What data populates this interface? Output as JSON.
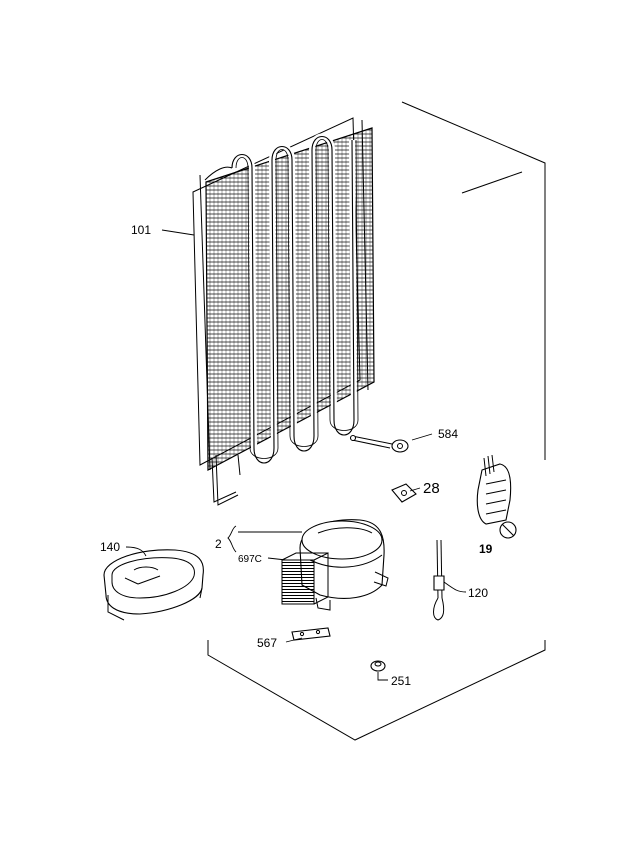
{
  "diagram": {
    "callouts": {
      "c101": "101",
      "c584": "584",
      "c28": "28",
      "c19": "19",
      "c2": "2",
      "c697c": "697C",
      "c140": "140",
      "c120": "120",
      "c567": "567",
      "c251": "251"
    }
  }
}
